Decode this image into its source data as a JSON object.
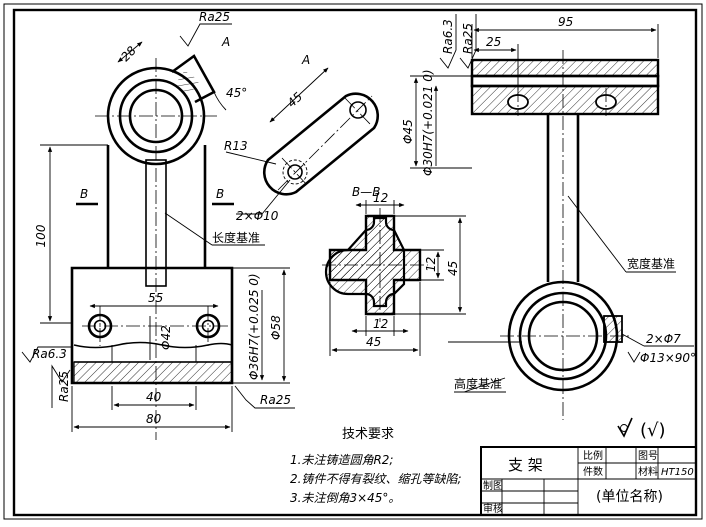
{
  "title_block": {
    "part_name": "支 架",
    "scale_label": "比例",
    "drawing_no_label": "图号",
    "quantity_label": "件数",
    "material_label": "材料",
    "material_value": "HT150",
    "drawn_by_label": "制图",
    "checked_by_label": "审核",
    "company_placeholder": "(单位名称)"
  },
  "tech_requirements": {
    "heading": "技术要求",
    "items": [
      "1.未注铸造圆角R2;",
      "2.铸件不得有裂纹、缩孔等缺陷;",
      "3.未注倒角3×45°。"
    ]
  },
  "roughness_note": "(√)",
  "section": {
    "view_label": "B—B",
    "cut_mark_left": "B",
    "cut_mark_right": "B",
    "aux_view_label_top": "A",
    "aux_view_label_arrow": "A"
  },
  "datums": {
    "length": "长度基准",
    "width": "宽度基准",
    "height": "高度基准"
  },
  "roughness": {
    "top_left": "Ra25",
    "side_ra63": "Ra6.3",
    "right_top_ra63": "Ra6.3",
    "right_top_ra25": "Ra25",
    "base_left_ra25": "Ra25",
    "base_right_ra25": "Ra25"
  },
  "dimensions": {
    "d28": "28",
    "d45deg": "45°",
    "d45": "45",
    "r13": "R13",
    "holes2": "2×Φ10",
    "d100": "100",
    "d55": "55",
    "d42": "Φ42",
    "d40": "40",
    "d80": "80",
    "d36": "Φ36H7(+0.025 0)",
    "d58": "Φ58",
    "s12top": "12",
    "s12right": "12",
    "s45v": "45",
    "s12bot": "12",
    "s45h": "45",
    "d95": "95",
    "d25": "25",
    "phi45": "Φ45",
    "phi30": "Φ30H7(+0.021 0)",
    "holes7": "2×Φ7",
    "csk": "Φ13×90°"
  }
}
